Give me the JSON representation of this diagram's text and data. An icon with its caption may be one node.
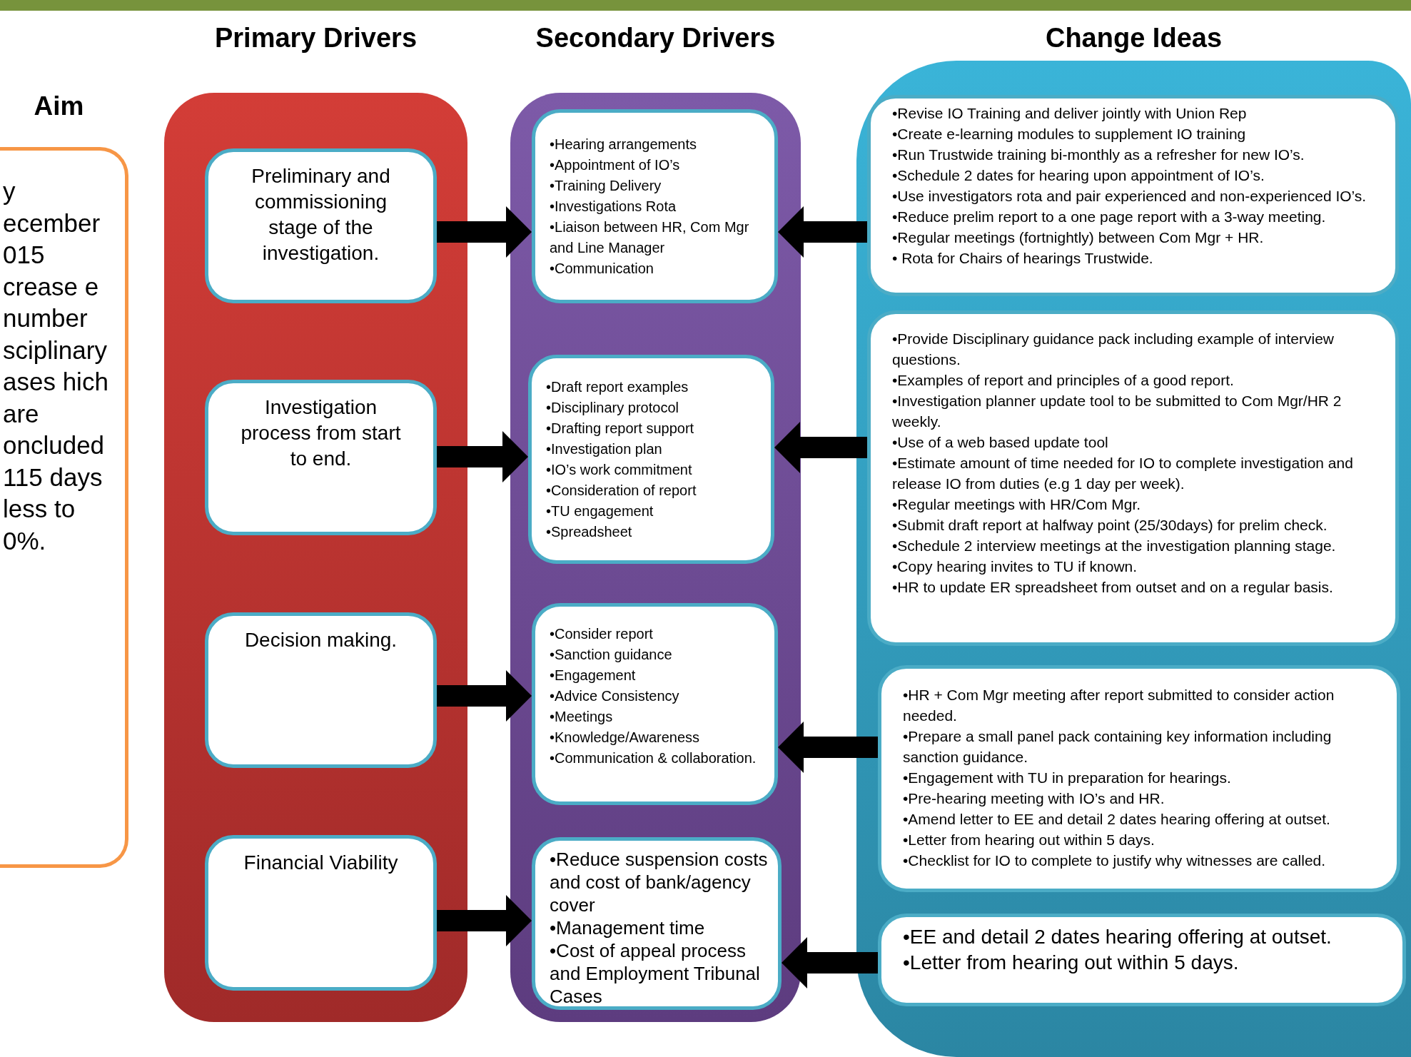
{
  "diagram": {
    "nodes": [
      {
        "text": [
          "Aim",
          "y ecember 015 crease e number sciplinary ases hich are oncluded 115 days less to 0%."
        ]
      },
      {
        "text": [
          "Primary Drivers"
        ]
      },
      {
        "text": [
          "Secondary Drivers"
        ]
      },
      {
        "text": [
          "Change Ideas"
        ]
      },
      {
        "text": [
          "Preliminary and commissioning stage of the investigation."
        ],
        "in": 1
      },
      {
        "text": [
          "Investigation process from start to end."
        ],
        "in": 1
      },
      {
        "text": [
          "Decision making."
        ],
        "in": 1
      },
      {
        "text": [
          "Financial Viability"
        ],
        "in": 1
      },
      {
        "text": [
          "•Hearing arrangements",
          "•Appointment of IO’s",
          "•Training Delivery",
          "•Investigations Rota",
          "•Liaison between HR, Com Mgr and Line Manager",
          "•Communication"
        ],
        "in": 2
      },
      {
        "text": [
          "•Draft report examples",
          "•Disciplinary protocol",
          "•Drafting report support",
          "•Investigation plan",
          "•IO’s work commitment",
          "•Consideration of report",
          "•TU engagement",
          "•Spreadsheet"
        ],
        "in": 2
      },
      {
        "text": [
          "•Consider report",
          "•Sanction guidance",
          "•Engagement",
          "•Advice Consistency",
          "•Meetings",
          "•Knowledge/Awareness",
          "•Communication & collaboration."
        ],
        "in": 2
      },
      {
        "text": [
          "•Reduce suspension costs and cost of bank/agency cover",
          "•Management time",
          "•Cost of appeal process and Employment Tribunal Cases"
        ],
        "in": 2
      },
      {
        "text": [
          "•Revise IO Training and deliver jointly with Union Rep",
          "•Create e-learning modules to supplement IO training",
          "•Run Trustwide training bi-monthly as a refresher for new IO’s.",
          "•Schedule 2 dates for hearing upon appointment of IO’s.",
          "•Use investigators rota and pair experienced and non-experienced IO’s.",
          "•Reduce prelim report to a one page report with a 3-way meeting.",
          "•Regular meetings (fortnightly) between Com Mgr + HR.",
          "• Rota for Chairs of hearings Trustwide."
        ],
        "in": 3
      },
      {
        "text": [
          "•Provide Disciplinary guidance pack including example of interview questions.",
          "•Examples of report and principles of a good report.",
          "•Investigation planner update tool to be submitted to Com Mgr/HR 2 weekly.",
          "•Use of a web based update tool",
          "•Estimate amount of time needed for IO to complete investigation and release IO from duties (e.g 1 day per week).",
          "•Regular meetings with HR/Com Mgr.",
          "•Submit draft report at halfway point (25/30days) for prelim check.",
          "•Schedule 2 interview meetings at the investigation planning stage.",
          "•Copy hearing invites to TU if known.",
          "•HR to update ER spreadsheet from outset and on a regular basis."
        ],
        "in": 3
      },
      {
        "text": [
          "•HR + Com Mgr meeting after report submitted to consider action needed.",
          "•Prepare a small panel pack containing key information including sanction guidance.",
          "•Engagement with TU in preparation for hearings.",
          "•Pre-hearing meeting with IO’s and HR.",
          "•Amend letter to EE and detail 2 dates hearing offering at outset.",
          "•Letter from hearing out within 5 days.",
          "•Checklist for IO to complete to justify why witnesses are called."
        ],
        "in": 3
      },
      {
        "text": [
          "•EE and detail 2 dates hearing offering at outset.",
          "•Letter from hearing out within 5 days."
        ],
        "in": 3
      },
      {
        "text": [],
        "shape": "bar"
      }
    ],
    "edges": [
      {
        "from": 4,
        "to": 8,
        "arrow": "to"
      },
      {
        "from": 5,
        "to": 9,
        "arrow": "to"
      },
      {
        "from": 6,
        "to": 10,
        "arrow": "to"
      },
      {
        "from": 7,
        "to": 11,
        "arrow": "to"
      },
      {
        "from": 12,
        "to": 8,
        "arrow": "to"
      },
      {
        "from": 13,
        "to": 9,
        "arrow": "to"
      },
      {
        "from": 14,
        "to": 10,
        "arrow": "to"
      },
      {
        "from": 15,
        "to": 11,
        "arrow": "to"
      }
    ]
  }
}
